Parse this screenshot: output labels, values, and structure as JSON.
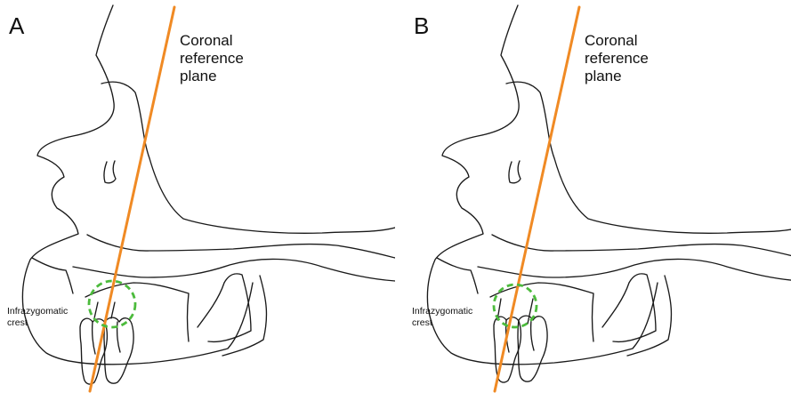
{
  "panels": [
    {
      "letter": "A",
      "plane_label": [
        "Coronal",
        "reference",
        "plane"
      ],
      "crest_label": [
        "Infrazygomatic",
        "crest"
      ],
      "colors": {
        "reference_line": "#f08a24",
        "crest_circle": "#4cbb3c",
        "outline": "#1a1a1a"
      }
    },
    {
      "letter": "B",
      "plane_label": [
        "Coronal",
        "reference",
        "plane"
      ],
      "crest_label": [
        "Infrazygomatic",
        "crest"
      ],
      "colors": {
        "reference_line": "#f08a24",
        "crest_circle": "#4cbb3c",
        "outline": "#1a1a1a"
      }
    }
  ]
}
